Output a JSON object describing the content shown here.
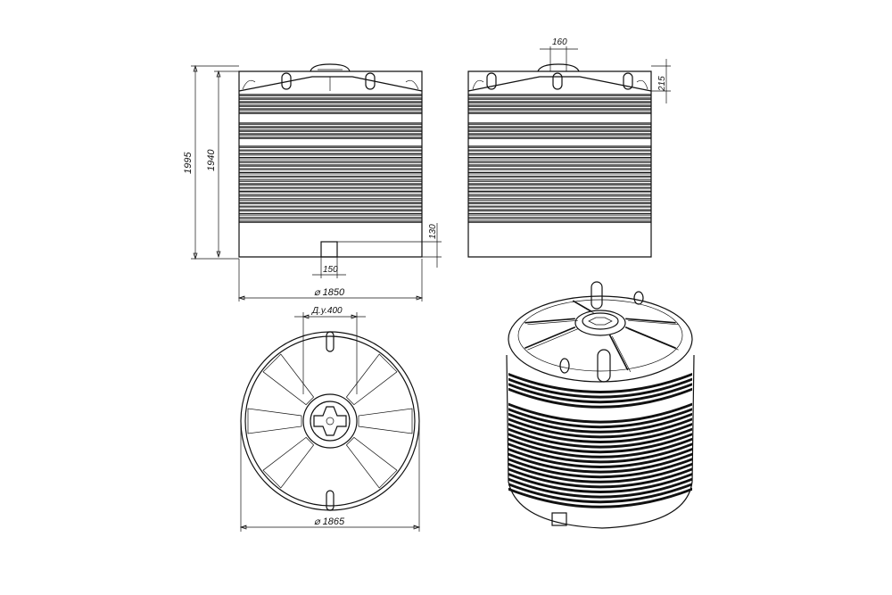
{
  "dimensions": {
    "overall_height": "1995",
    "body_height": "1940",
    "lid_diameter": "160",
    "lid_height": "215",
    "outlet_height": "130",
    "outlet_width": "150",
    "body_diameter": "⌀ 1850",
    "hatch_size": "Д.у.400",
    "base_diameter": "⌀ 1865"
  },
  "colors": {
    "line": "#111111",
    "background": "#ffffff"
  }
}
